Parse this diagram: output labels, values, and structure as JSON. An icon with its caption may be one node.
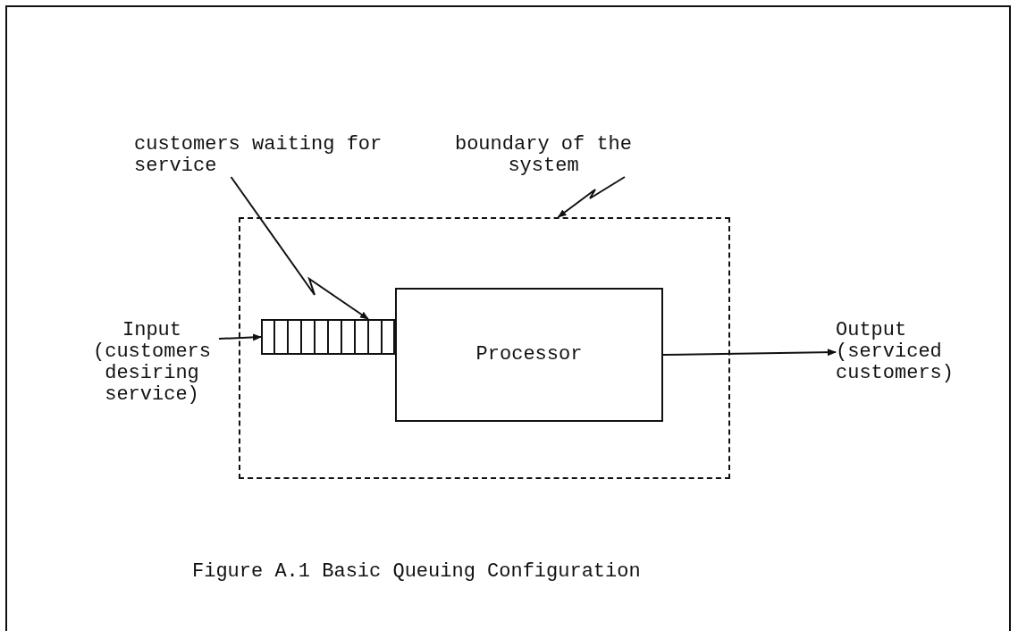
{
  "diagram": {
    "caption": "Figure A.1 Basic Queuing Configuration",
    "nodes": [
      {
        "text": [
          "Input (customers desiring service)"
        ]
      },
      {
        "text": [],
        "shape": "box"
      },
      {
        "text": [],
        "shape": "bar",
        "in": 1
      },
      {
        "text": [
          "Processor"
        ],
        "in": 1
      },
      {
        "text": [
          "Output (serviced customers)"
        ]
      },
      {
        "text": [
          "customers waiting for service"
        ]
      },
      {
        "text": [
          "boundary of the system"
        ]
      }
    ],
    "edges": [
      {
        "from": 0,
        "to": 2,
        "arrow": "to"
      },
      {
        "from": 3,
        "to": 4,
        "arrow": "to"
      },
      {
        "from": 5,
        "to": 2,
        "arrow": "to"
      },
      {
        "from": 6,
        "to": 1,
        "arrow": "to"
      }
    ]
  }
}
